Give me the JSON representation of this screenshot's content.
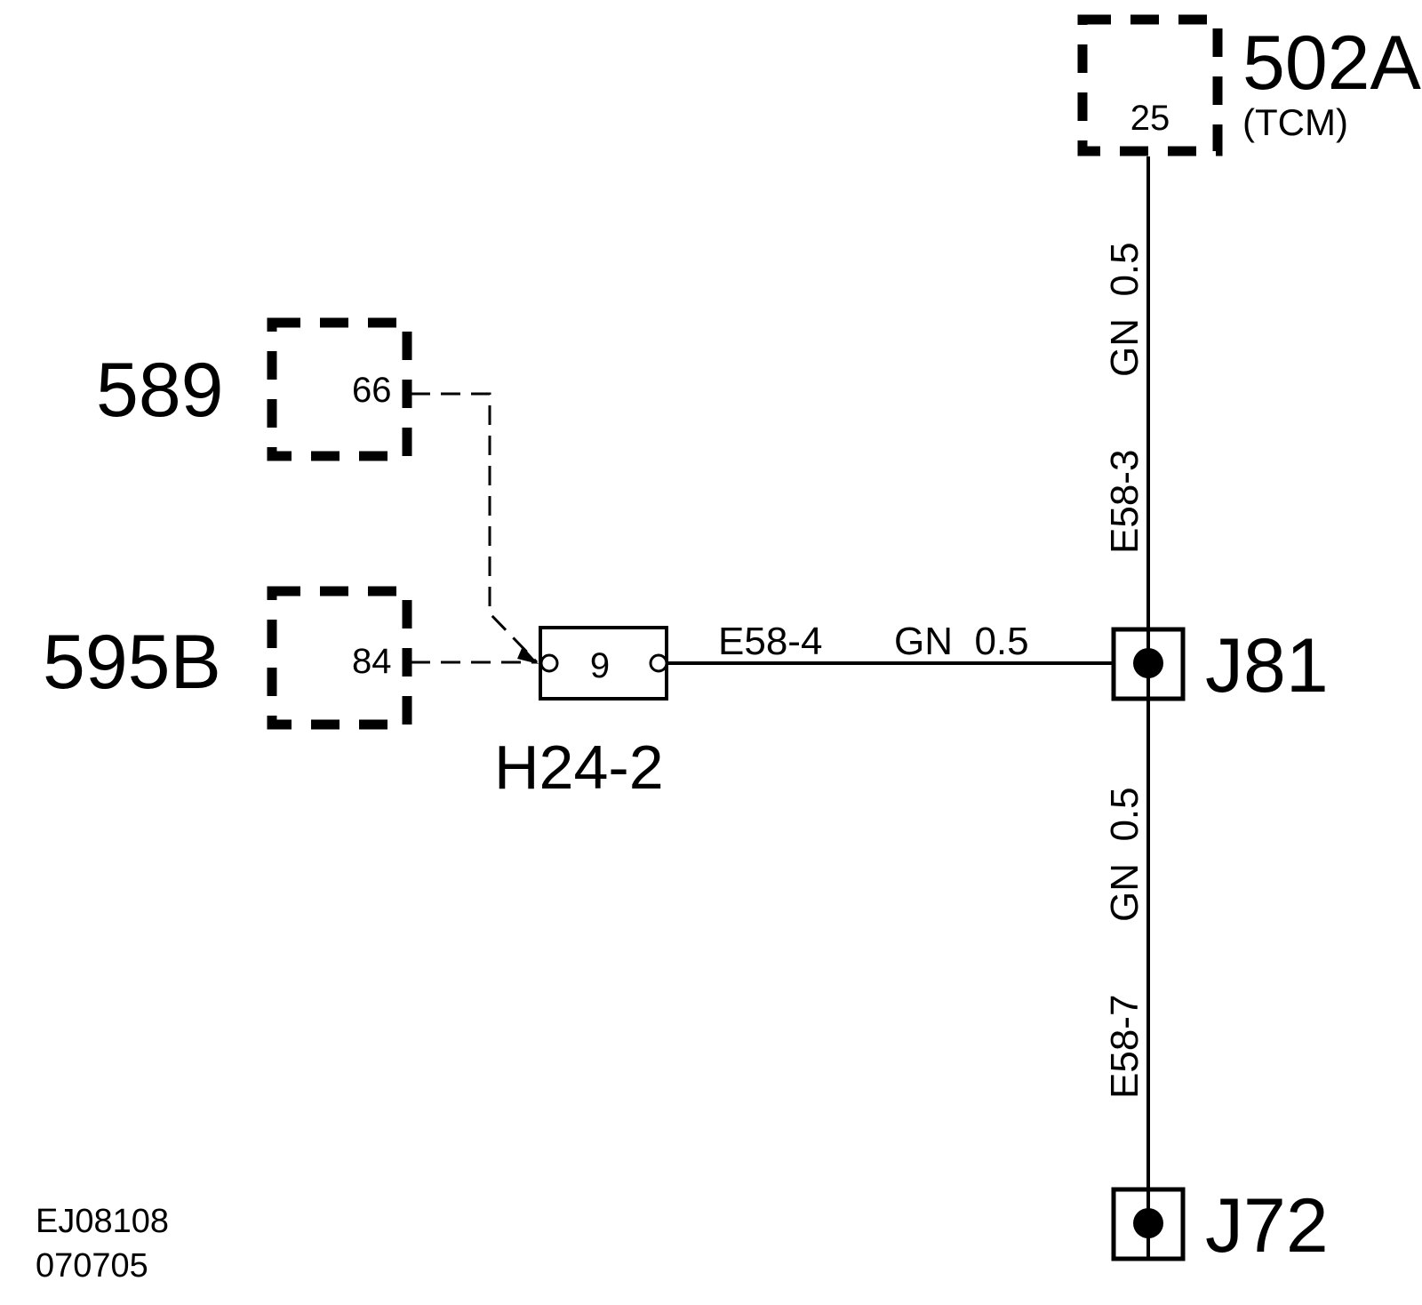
{
  "components": {
    "tcm": {
      "id": "502A",
      "sub": "(TCM)",
      "pin": "25"
    },
    "c589": {
      "id": "589",
      "pin": "66"
    },
    "c595b": {
      "id": "595B",
      "pin": "84"
    }
  },
  "connector": {
    "id": "H24-2",
    "pin": "9"
  },
  "splices": {
    "j81": "J81",
    "j72": "J72"
  },
  "wires": {
    "horizontal": {
      "circuit": "E58-4",
      "spec": "GN  0.5"
    },
    "upper": {
      "circuit": "E58-3",
      "spec": "GN  0.5"
    },
    "lower": {
      "circuit": "E58-7",
      "spec": "GN  0.5"
    }
  },
  "doc": {
    "ref": "EJ08108",
    "date": "070705"
  }
}
